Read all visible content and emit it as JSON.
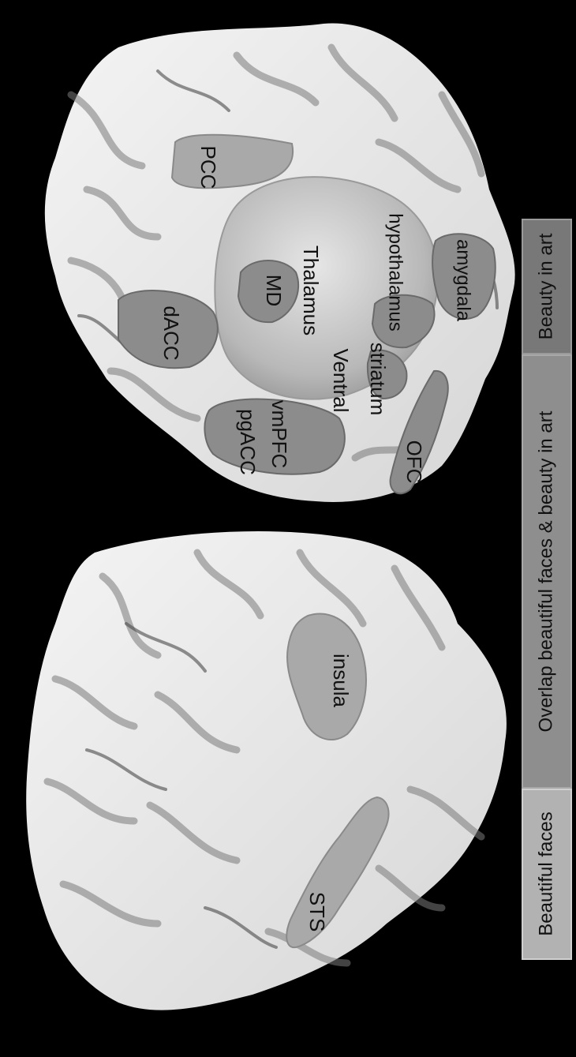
{
  "regions": {
    "pcc": "PCC",
    "dacc": "dACC",
    "md": "MD",
    "thalamus": "Thalamus",
    "hypothalamus": "hypothalamus",
    "amygdala": "amygdala",
    "ventral": "Ventral",
    "striatum": "striatum",
    "pgacc": "pgACC",
    "vmpfc": "vmPFC",
    "ofc": "OFC",
    "insula": "insula",
    "sts": "STS"
  },
  "legend": {
    "beautiful_faces": "Beautiful faces",
    "overlap": "Overlap  beautiful faces & beauty in art",
    "beauty_in_art": "Beauty in art"
  },
  "colors": {
    "background": "#000000",
    "brain_surface": "#e8e8e8",
    "region_overlap": "#8c8c8c",
    "region_faces": "#a9a9a9"
  }
}
